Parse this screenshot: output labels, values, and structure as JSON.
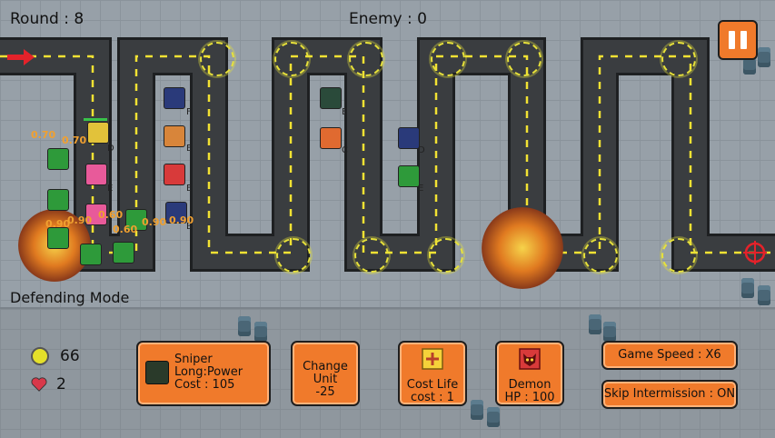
{
  "hud": {
    "round_label": "Round : 8",
    "enemy_label": "Enemy : 0",
    "mode_label": "Defending Mode"
  },
  "stats": {
    "coins": "66",
    "lives": "2"
  },
  "buttons": {
    "sniper": {
      "line1": "Sniper",
      "line2": "Long:Power",
      "line3": "Cost : 105"
    },
    "change_unit": {
      "line1": "Change",
      "line2": "Unit",
      "line3": "-25"
    },
    "cost_life": {
      "line1": "Cost Life",
      "line2": "cost : 1"
    },
    "demon": {
      "line1": "Demon",
      "line2": "HP : 100"
    },
    "game_speed": "Game Speed : X6",
    "skip_intermission": "Skip Intermission : ON"
  },
  "units": [
    {
      "grade": "F"
    },
    {
      "grade": "E"
    },
    {
      "grade": "E"
    },
    {
      "grade": "B"
    },
    {
      "grade": "E"
    },
    {
      "grade": "C"
    },
    {
      "grade": "D"
    },
    {
      "grade": "E"
    },
    {
      "grade": "D"
    },
    {
      "grade": "E"
    }
  ],
  "damage_labels": [
    "0.70",
    "0.70",
    "0.60",
    "0.90",
    "0.90",
    "0.60",
    "0.90",
    "0.90"
  ],
  "colors": {
    "accent": "#f07a2b",
    "road": "#3a3d40",
    "road_line": "#f2e233",
    "coin": "#e4e02a",
    "heart": "#d8384a"
  }
}
